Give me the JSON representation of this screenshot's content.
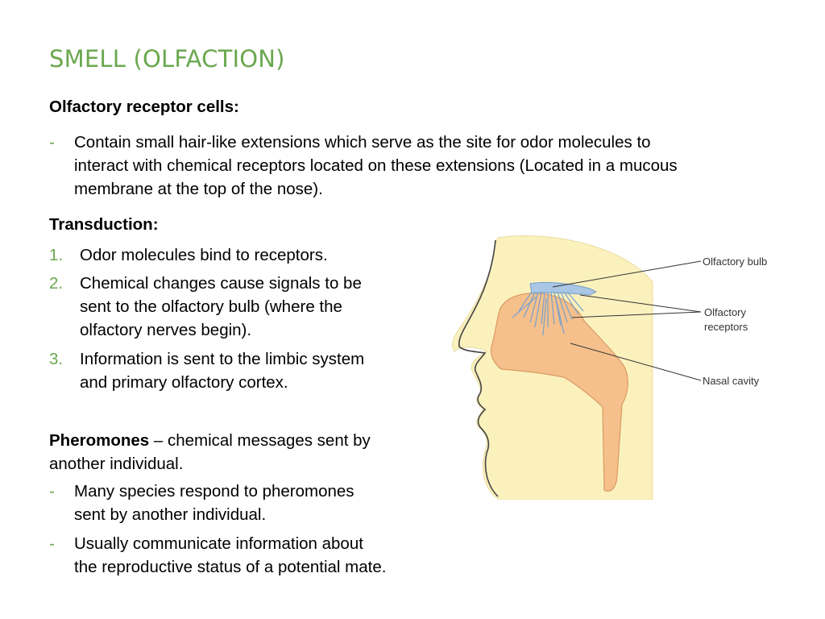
{
  "slide": {
    "title": "SMELL (OLFACTION)",
    "receptor": {
      "heading": "Olfactory receptor cells:",
      "bullet_marker": "-",
      "bullet_line1": "Contain small hair-like extensions which serve as the site for odor molecules to",
      "bullet_line2": "interact with chemical receptors located on these extensions (Located in a mucous",
      "bullet_line3": "membrane at the top of the nose)."
    },
    "transduction": {
      "heading": "Transduction:",
      "steps": [
        {
          "num": "1.",
          "line1": "Odor molecules bind to receptors.",
          "line2": "",
          "line3": ""
        },
        {
          "num": "2.",
          "line1": "Chemical changes cause signals to be",
          "line2": "sent to the olfactory bulb (where the",
          "line3": "olfactory nerves begin)."
        },
        {
          "num": "3.",
          "line1": "Information is sent to the limbic system",
          "line2": "and primary olfactory cortex.",
          "line3": ""
        }
      ]
    },
    "pheromones": {
      "term": "Pheromones",
      "def_line1": " – chemical messages sent by",
      "def_line2": "another individual.",
      "bullets": [
        {
          "marker": "-",
          "line1": "Many species respond to pheromones",
          "line2": "sent by another individual."
        },
        {
          "marker": "-",
          "line1": "Usually communicate information about",
          "line2": "the reproductive status of a potential mate."
        }
      ]
    },
    "figure": {
      "labels": {
        "bulb": "Olfactory bulb",
        "receptors_line1": "Olfactory",
        "receptors_line2": "receptors",
        "cavity": "Nasal cavity"
      }
    },
    "colors": {
      "accent": "#6aa84f",
      "skin": "#fbf1bd",
      "cavity": "#f6c08c",
      "nerve": "#8fb3d6"
    }
  }
}
